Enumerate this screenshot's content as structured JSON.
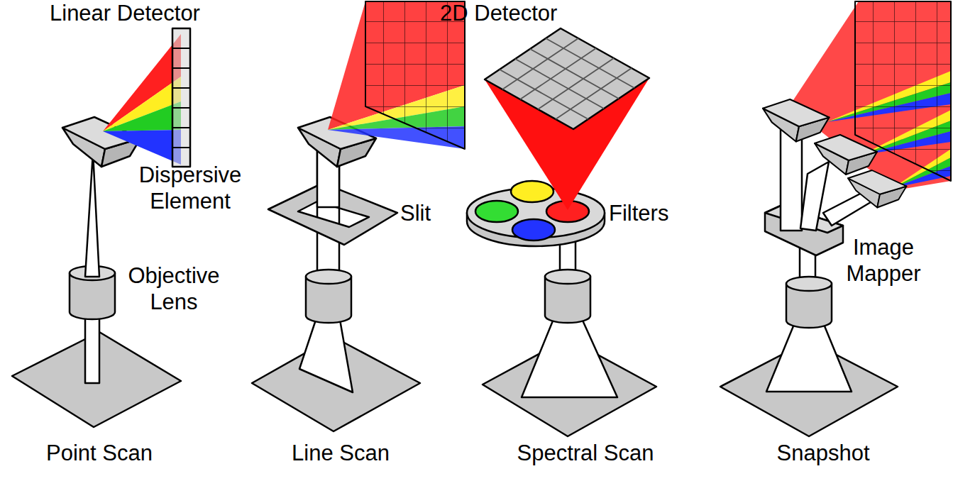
{
  "diagram": {
    "labels": [
      "Linear Detector",
      "2D Detector",
      "Dispersive Element",
      "Slit",
      "Filters",
      "Objective Lens",
      "Image Mapper",
      "Point Scan",
      "Line Scan",
      "Spectral Scan",
      "Snapshot"
    ]
  }
}
